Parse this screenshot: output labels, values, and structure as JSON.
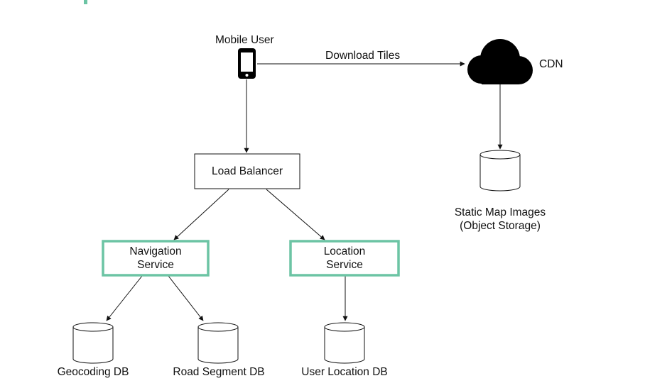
{
  "colors": {
    "service_border": "#6cc4a4",
    "title_bar": "#6cc4a4",
    "line": "#111111",
    "fill": "#ffffff"
  },
  "icons": {
    "mobile": "mobile-phone-icon",
    "cdn": "cloud-icon",
    "database": "database-cylinder-icon"
  },
  "nodes": {
    "mobile_user": "Mobile User",
    "cdn": "CDN",
    "load_balancer": "Load Balancer",
    "navigation_service": [
      "Navigation",
      "Service"
    ],
    "location_service": [
      "Location",
      "Service"
    ],
    "static_map_images": [
      "Static Map Images",
      "(Object Storage)"
    ],
    "geocoding_db": "Geocoding DB",
    "road_segment_db": "Road Segment DB",
    "user_location_db": "User Location DB"
  },
  "edges": {
    "mobile_to_cdn": "Download Tiles"
  }
}
